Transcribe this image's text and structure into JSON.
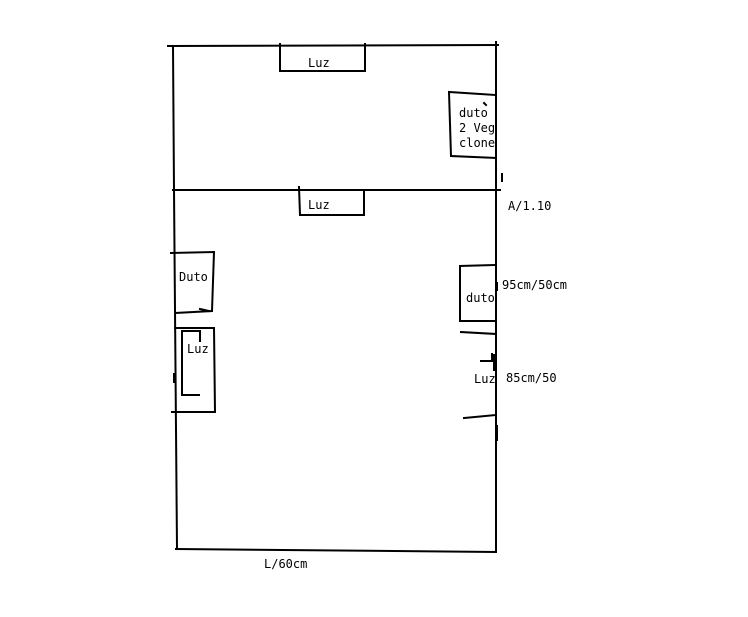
{
  "labels": {
    "luz_top": "Luz",
    "duto_top_line1": "duto",
    "duto_top_line2": "2 Veg",
    "duto_top_line3": "clone",
    "luz_middle": "Luz",
    "height_label": "A/1.10",
    "duto_left": "Duto",
    "luz_left": "Luz",
    "duto_right": "duto",
    "duto_right_size": "95cm/50cm",
    "luz_right": "Luz",
    "luz_right_size": "85cm/50",
    "width_label": "L/60cm"
  },
  "colors": {
    "stroke": "#000000",
    "background": "#ffffff"
  }
}
